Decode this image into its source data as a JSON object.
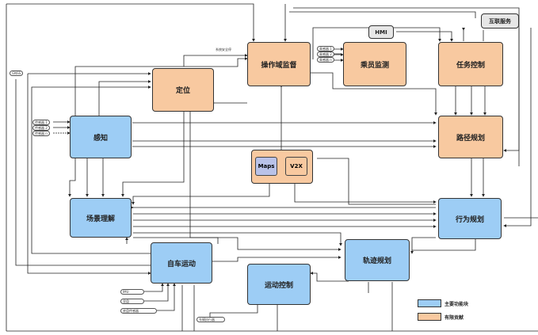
{
  "modules": {
    "perception": "感知",
    "localization": "定位",
    "ops_monitor": "操作域监督",
    "passenger_monitor": "乘员监测",
    "task_control": "任务控制",
    "path_planning": "路径规划",
    "behavior_planning": "行为规划",
    "scene_understanding": "场景理解",
    "ego_motion": "自车运动",
    "trajectory_planning": "轨迹规划",
    "motion_control": "运动控制",
    "internet_service": "互联服务",
    "hmi": "HMI",
    "maps": "Maps",
    "v2x": "V2X"
  },
  "inputs": {
    "gnss": "GNSS",
    "sensor1": "传感器 1",
    "sensor2": "传感器 2",
    "sensorn": "传感器 n",
    "osensor1": "乘感器 1",
    "osensor2": "乘感器 2",
    "osensorn": "乘感器 n",
    "imu": "IMU",
    "odometer": "里盘",
    "chassis": "底盘传感器",
    "actuator": "车辆执行器",
    "safe_stop": "系统安全停"
  },
  "legend": {
    "main": "主要功能块",
    "limited": "有限贡献",
    "main_color": "#9dcdf5",
    "limited_color": "#f8c9a0"
  }
}
